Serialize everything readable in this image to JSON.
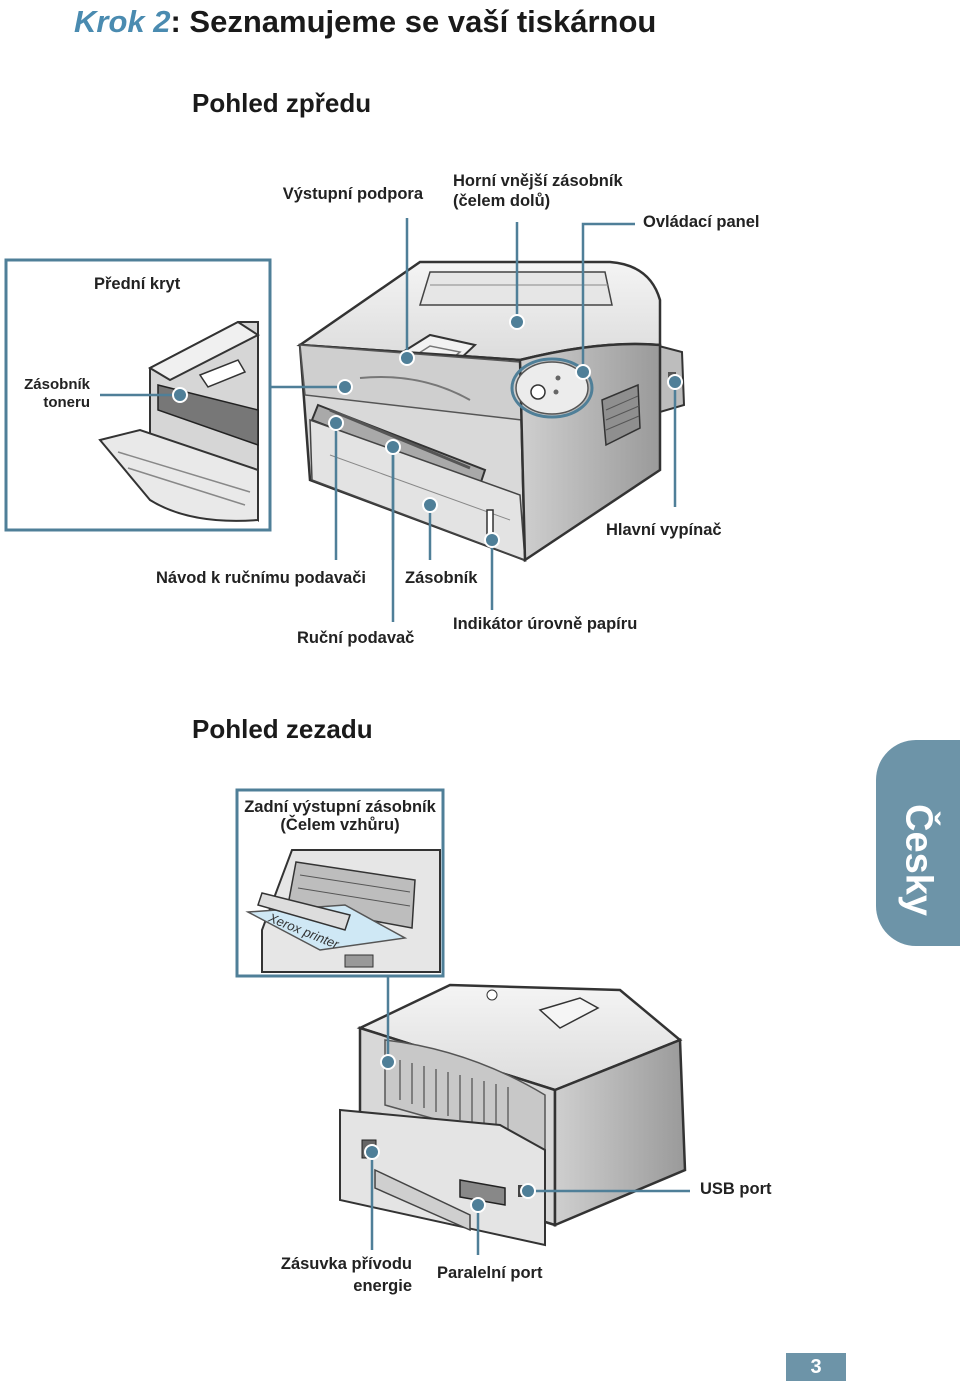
{
  "title": {
    "step": "Krok 2",
    "colon": ":",
    "text": " Seznamujeme se vaší tiskárnou"
  },
  "front": {
    "heading": "Pohled zpředu",
    "labels": {
      "output_support": "Výstupní podpora",
      "top_tray_line1": "Horní vnější zásobník",
      "top_tray_line2": "(čelem dolů)",
      "control_panel": "Ovládací panel",
      "front_cover": "Přední kryt",
      "toner_line1": "Zásobník",
      "toner_line2": "toneru",
      "power_switch": "Hlavní vypínač",
      "manual_guide": "Návod k ručnímu podavači",
      "tray": "Zásobník",
      "manual_feeder": "Ruční podavač",
      "paper_level": "Indikátor úrovně papíru"
    }
  },
  "rear": {
    "heading": "Pohled zezadu",
    "labels": {
      "rear_tray_line1": "Zadní výstupní zásobník",
      "rear_tray_line2": "(Čelem vzhůru)",
      "paper_print": "Xerox printer",
      "usb_port": "USB port",
      "power_socket_line1": "Zásuvka přívodu",
      "power_socket_line2": "energie",
      "parallel_port": "Paralelní port"
    }
  },
  "side_tab": "Česky",
  "page_number": "3",
  "colors": {
    "accent": "#4a8bb0",
    "tab": "#6d94a8",
    "callout": "#4f7f98"
  }
}
